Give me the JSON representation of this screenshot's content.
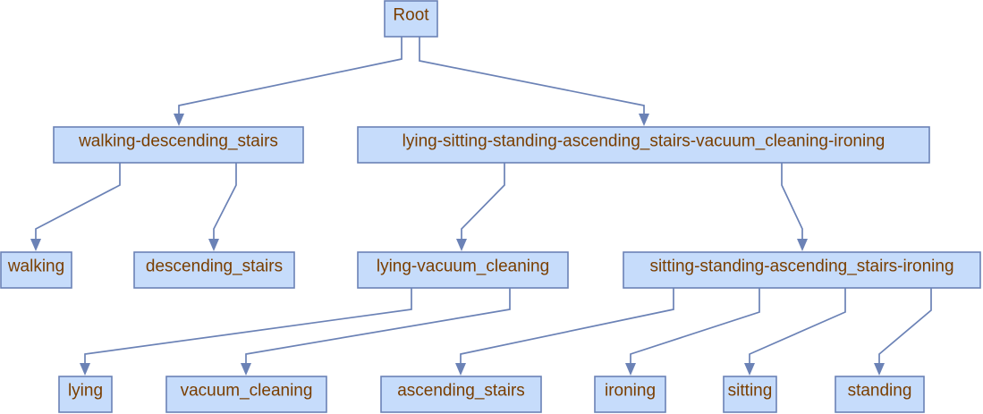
{
  "tree": {
    "root": {
      "label": "Root"
    },
    "level1": [
      {
        "label": "walking-descending_stairs"
      },
      {
        "label": "lying-sitting-standing-ascending_stairs-vacuum_cleaning-ironing"
      }
    ],
    "level2": [
      {
        "label": "walking"
      },
      {
        "label": "descending_stairs"
      },
      {
        "label": "lying-vacuum_cleaning"
      },
      {
        "label": "sitting-standing-ascending_stairs-ironing"
      }
    ],
    "level3": [
      {
        "label": "lying"
      },
      {
        "label": "vacuum_cleaning"
      },
      {
        "label": "ascending_stairs"
      },
      {
        "label": "ironing"
      },
      {
        "label": "sitting"
      },
      {
        "label": "standing"
      }
    ],
    "colors": {
      "node_fill": "#c6dcfb",
      "node_border": "#6b82b6",
      "edge": "#6b82b6",
      "label_text": "#7a3e00"
    }
  }
}
